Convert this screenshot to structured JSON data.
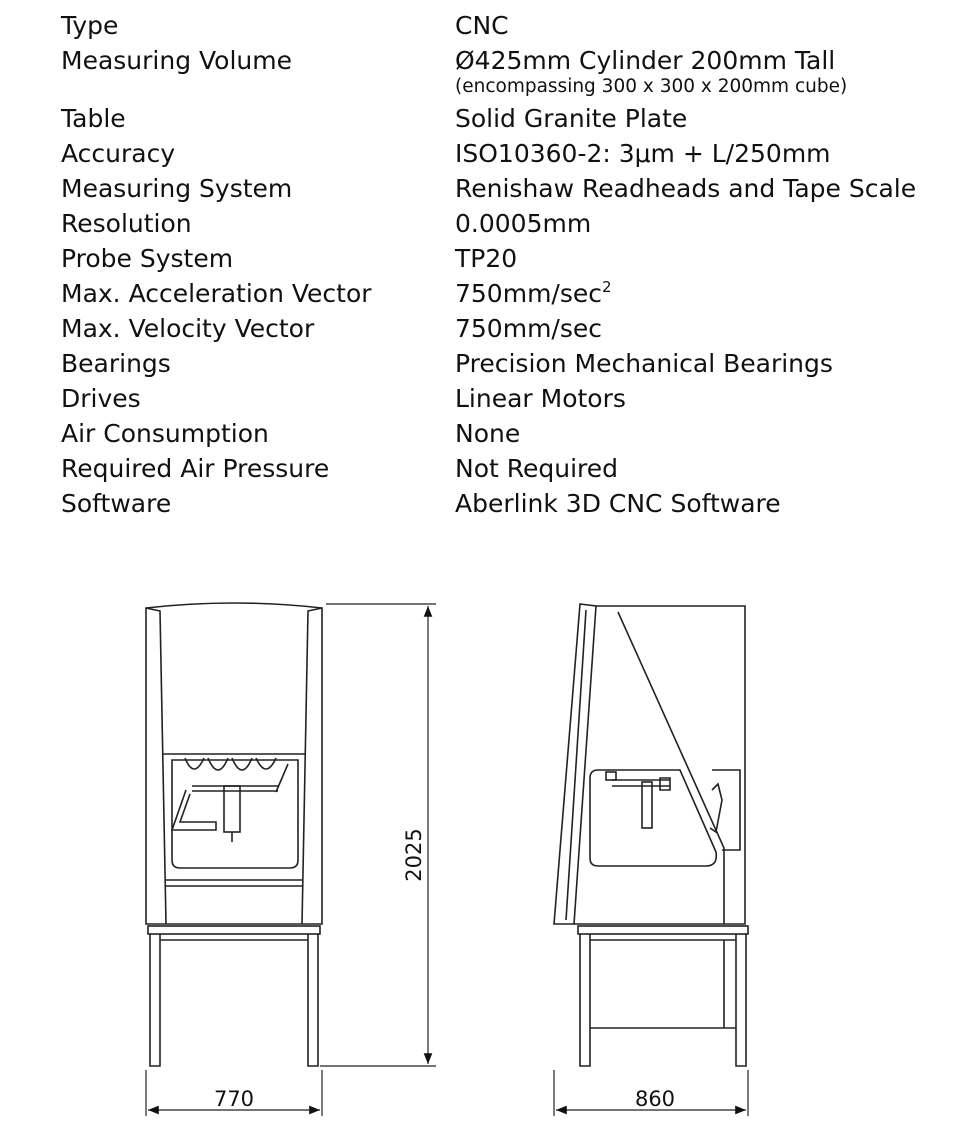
{
  "specs": [
    {
      "label": "Type",
      "value": "CNC"
    },
    {
      "label": "Measuring Volume",
      "value": "Ø425mm Cylinder 200mm Tall",
      "note": "(encompassing 300 x 300 x 200mm cube)"
    },
    {
      "label": "Table",
      "value": "Solid Granite Plate"
    },
    {
      "label": "Accuracy",
      "value": "ISO10360-2: 3μm + L/250mm"
    },
    {
      "label": "Measuring System",
      "value": "Renishaw Readheads and Tape Scale"
    },
    {
      "label": "Resolution",
      "value": "0.0005mm"
    },
    {
      "label": "Probe System",
      "value": "TP20"
    },
    {
      "label": "Max. Acceleration Vector",
      "value": "750mm/sec",
      "sup": "2"
    },
    {
      "label": "Max. Velocity Vector",
      "value": "750mm/sec"
    },
    {
      "label": "Bearings",
      "value": "Precision Mechanical Bearings"
    },
    {
      "label": "Drives",
      "value": "Linear Motors"
    },
    {
      "label": "Air Consumption",
      "value": "None"
    },
    {
      "label": "Required Air Pressure",
      "value": "Not Required"
    },
    {
      "label": "Software",
      "value": "Aberlink 3D CNC Software"
    }
  ],
  "dimensions": {
    "front_width": "770",
    "height": "2025",
    "side_depth": "860"
  }
}
